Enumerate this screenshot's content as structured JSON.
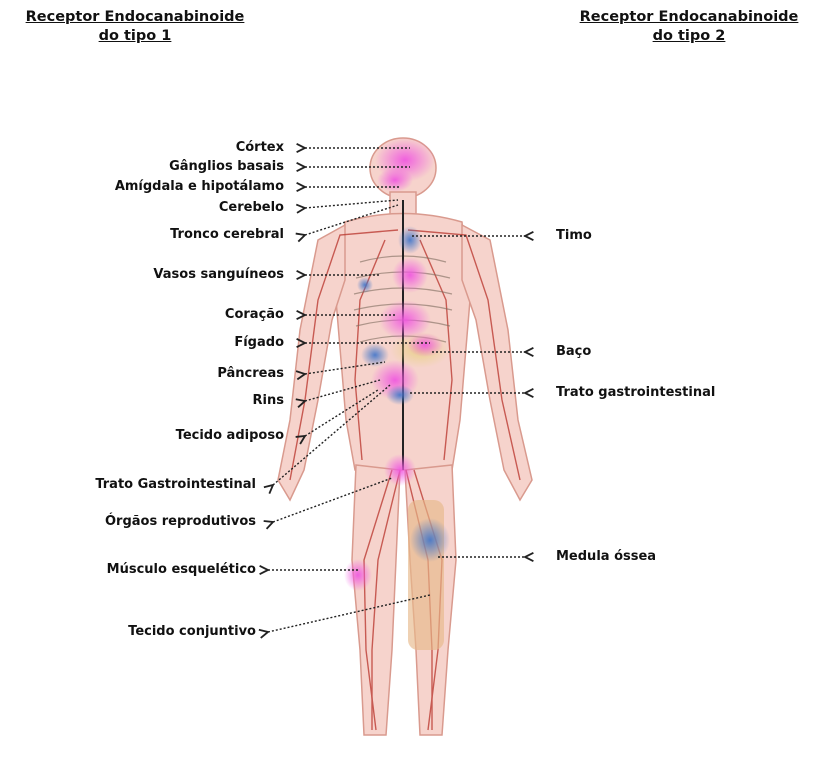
{
  "headers": {
    "type1": [
      "Receptor Endocanabinoide",
      "do tipo 1"
    ],
    "type2": [
      "Receptor Endocanabinoide",
      "do tipo 2"
    ]
  },
  "labels_type1": [
    "Córtex",
    "Gânglios basais",
    "Amígdala e hipotálamo",
    "Cerebelo",
    "Tronco cerebral",
    "Vasos sanguíneos",
    "Coração",
    "Fígado",
    "Pâncreas",
    "Rins",
    "Tecido adiposo",
    "Trato Gastrointestinal",
    "Órgãos reprodutivos",
    "Músculo esquelético",
    "Tecido conjuntivo"
  ],
  "labels_type2": [
    "Timo",
    "Baço",
    "Trato gastrointestinal",
    "Medula óssea"
  ],
  "colors": {
    "cb1_marker": "#f05adf",
    "cb2_marker": "#4a7fd0",
    "vessels": "#c0392b",
    "skin": "#f3c9c0"
  }
}
